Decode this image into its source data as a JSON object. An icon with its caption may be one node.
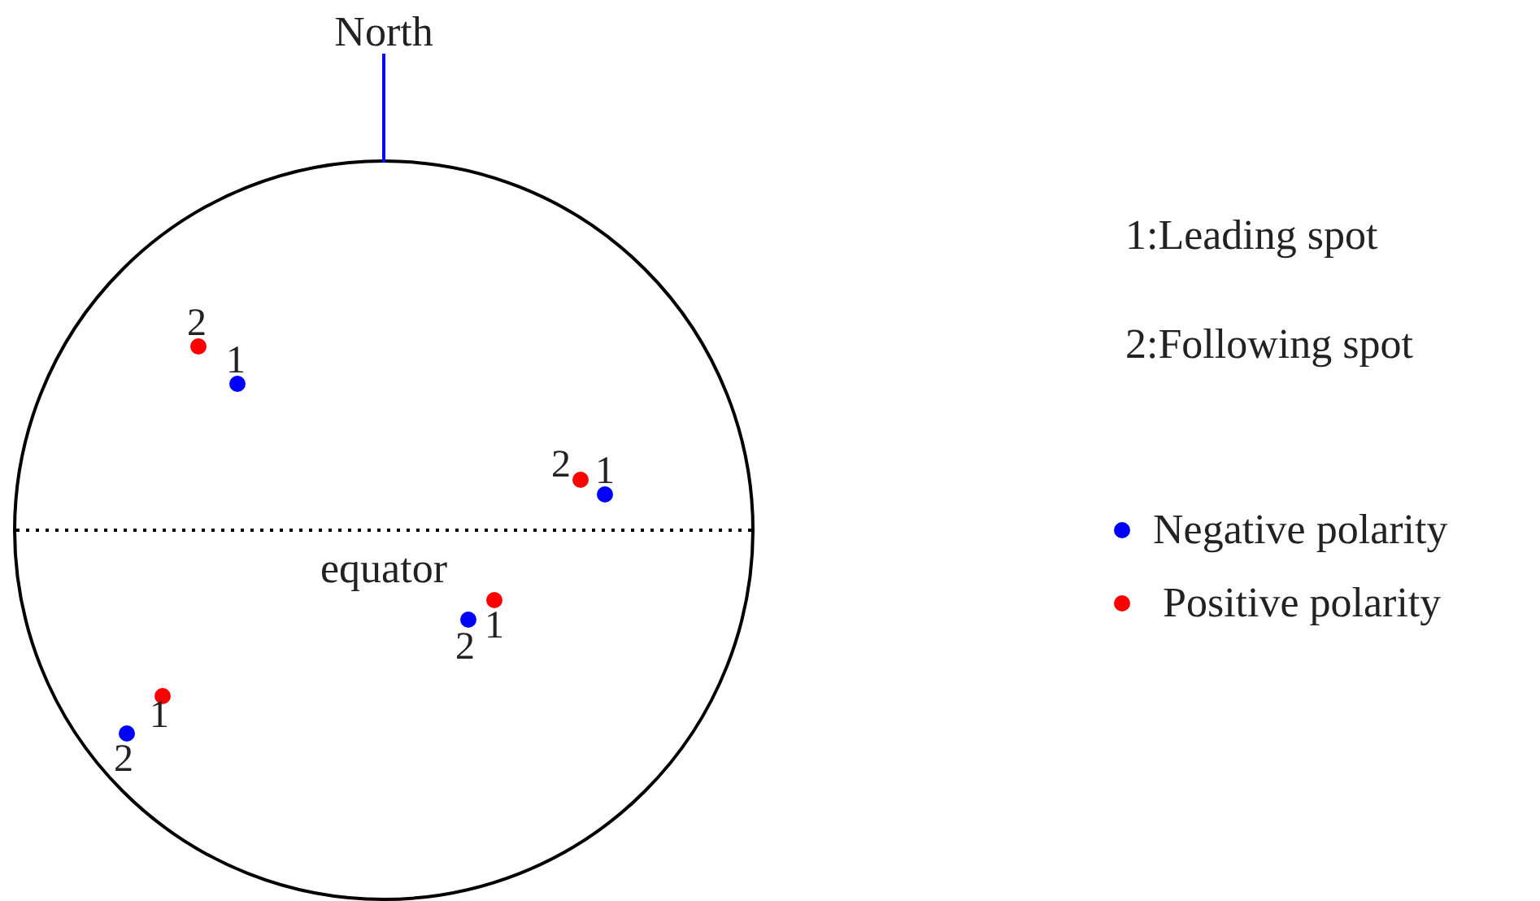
{
  "diagram": {
    "labels": [
      "North",
      "2",
      "1",
      "2",
      "1",
      "equator",
      "1",
      "2",
      "1",
      "2",
      "1:Leading spot",
      "2:Following spot"
    ],
    "legend": [
      {
        "text": "Negative polarity",
        "color": "#0000ff"
      },
      {
        "text": "Positive polarity",
        "color": "#ff0000"
      }
    ]
  }
}
